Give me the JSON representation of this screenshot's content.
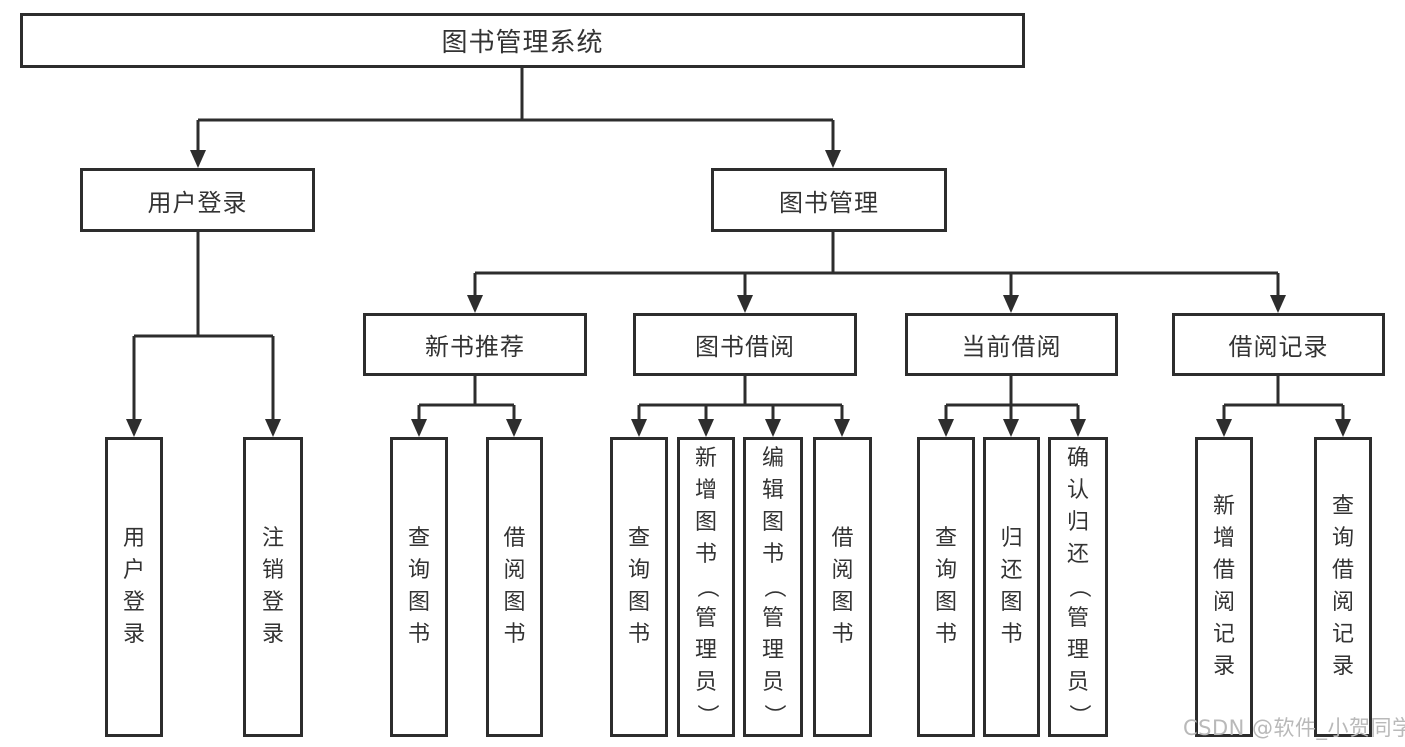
{
  "diagram": {
    "root": {
      "label": "图书管理系统"
    },
    "branches": [
      {
        "label": "用户登录",
        "children": [
          {
            "label": "用户登录"
          },
          {
            "label": "注销登录"
          }
        ]
      },
      {
        "label": "图书管理",
        "children": [
          {
            "label": "新书推荐",
            "children": [
              {
                "label": "查询图书"
              },
              {
                "label": "借阅图书"
              }
            ]
          },
          {
            "label": "图书借阅",
            "children": [
              {
                "label": "查询图书"
              },
              {
                "label": "新增图书（管理员）"
              },
              {
                "label": "编辑图书（管理员）"
              },
              {
                "label": "借阅图书"
              }
            ]
          },
          {
            "label": "当前借阅",
            "children": [
              {
                "label": "查询图书"
              },
              {
                "label": "归还图书"
              },
              {
                "label": "确认归还（管理员）"
              }
            ]
          },
          {
            "label": "借阅记录",
            "children": [
              {
                "label": "新增借阅记录"
              },
              {
                "label": "查询借阅记录"
              }
            ]
          }
        ]
      }
    ]
  },
  "watermark": {
    "text": "CSDN @软件_小贺同学",
    "color": "#b9b9b9"
  },
  "colors": {
    "line": "#2d2d2d",
    "box_border": "#2d2d2d",
    "text": "#333333",
    "background": "#ffffff"
  }
}
